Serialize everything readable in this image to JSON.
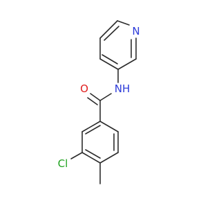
{
  "molecule": {
    "atom_labels": {
      "pyridine_n": "N",
      "amide_n": "NH",
      "carbonyl_o": "O",
      "chlorine": "Cl"
    },
    "colors": {
      "bond": "#2b2b2b",
      "nitrogen": "#2d3bd9",
      "oxygen": "#e01e1e",
      "chlorine": "#1fa21f"
    }
  }
}
